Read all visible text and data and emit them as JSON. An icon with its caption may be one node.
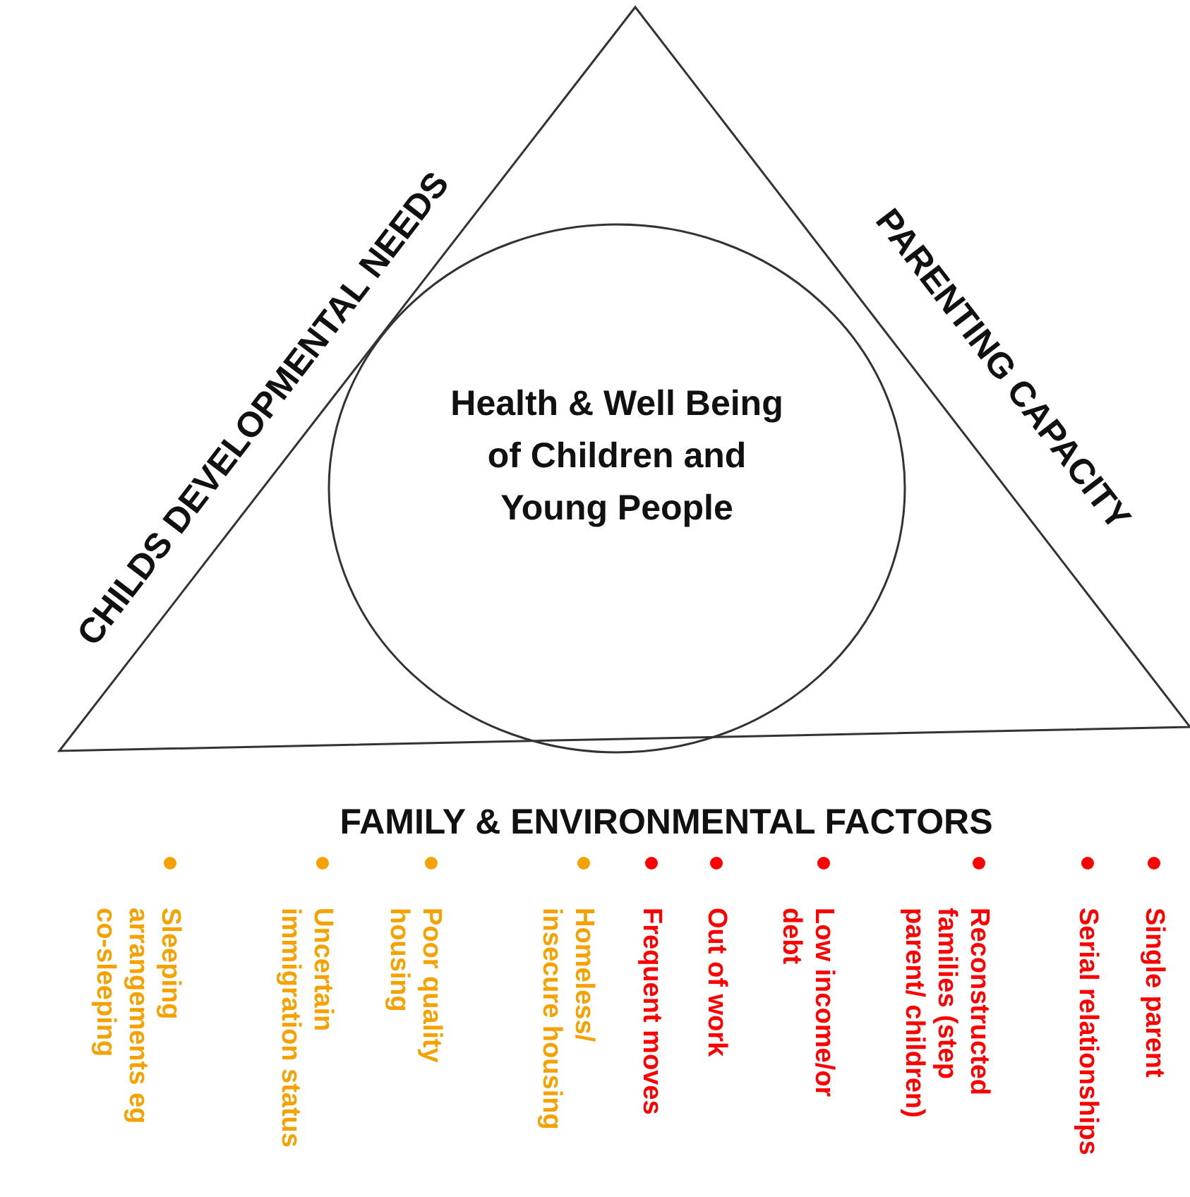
{
  "diagram": {
    "nodes": [
      {
        "text": [
          "CHILDS DEVELOPMENTAL NEEDS",
          "PARENTING CAPACITY",
          "FAMILY & ENVIRONMENTAL FACTORS"
        ]
      },
      {
        "text": [
          "Health & Well Being of Children and Young People"
        ],
        "in": 0
      }
    ],
    "labels": [
      "Sleeping arrangements eg co-sleeping",
      "Uncertain immigration status",
      "Poor quality housing",
      "Homeless/ insecure housing",
      "Frequent moves",
      "Out of work",
      "Low income/or debt",
      "Reconstructed families (step parent/ children)",
      "Serial relationships",
      "Single parent"
    ]
  }
}
